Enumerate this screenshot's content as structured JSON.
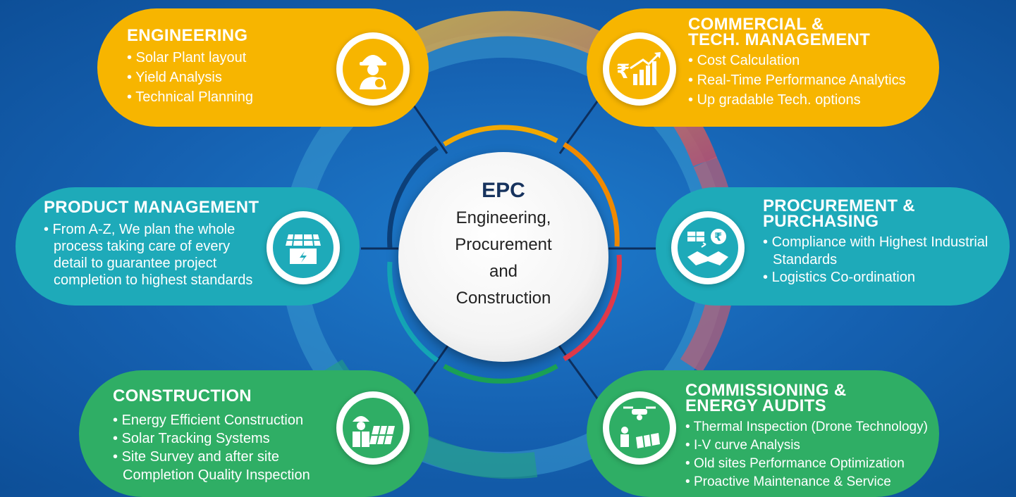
{
  "center": {
    "title": "EPC",
    "line1": "Engineering,",
    "line2": "Procurement",
    "line3": "and",
    "line4": "Construction"
  },
  "engineering": {
    "title": "ENGINEERING",
    "items": [
      "Solar Plant layout",
      "Yield Analysis",
      "Technical Planning"
    ],
    "icon": "engineer-icon"
  },
  "commercial": {
    "title_line1": "COMMERCIAL &",
    "title_line2": "TECH. MANAGEMENT",
    "items": [
      "Cost Calculation",
      "Real-Time Performance Analytics",
      "Up gradable Tech. options"
    ],
    "icon": "rupee-growth-chart-icon"
  },
  "product": {
    "title": "PRODUCT MANAGEMENT",
    "text_lines": [
      "From A-Z, We plan the whole",
      "process taking care of every",
      "detail to guarantee project",
      "completion to highest standards"
    ],
    "icon": "solar-shop-icon"
  },
  "procurement": {
    "title_line1": "PROCUREMENT &",
    "title_line2": "PURCHASING",
    "items": [
      "Compliance with Highest Industrial",
      "Logistics Co-ordination"
    ],
    "item1_cont": "Standards",
    "icon": "handshake-rupee-icon"
  },
  "construction": {
    "title": "CONSTRUCTION",
    "items": [
      "Energy Efficient Construction",
      "Solar Tracking Systems",
      "Site Survey and after site"
    ],
    "item3_cont": "Completion Quality Inspection",
    "icon": "worker-solar-panel-icon"
  },
  "commissioning": {
    "title_line1": "COMMISSIONING &",
    "title_line2": "ENERGY AUDITS",
    "items": [
      "Thermal Inspection (Drone Technology)",
      "I-V curve Analysis",
      "Old sites Performance Optimization",
      "Proactive Maintenance & Service"
    ],
    "icon": "drone-inspection-icon"
  },
  "colors": {
    "yellow": "#f7b500",
    "teal": "#1eaab9",
    "green": "#2fae65",
    "background": "#1560b0"
  }
}
